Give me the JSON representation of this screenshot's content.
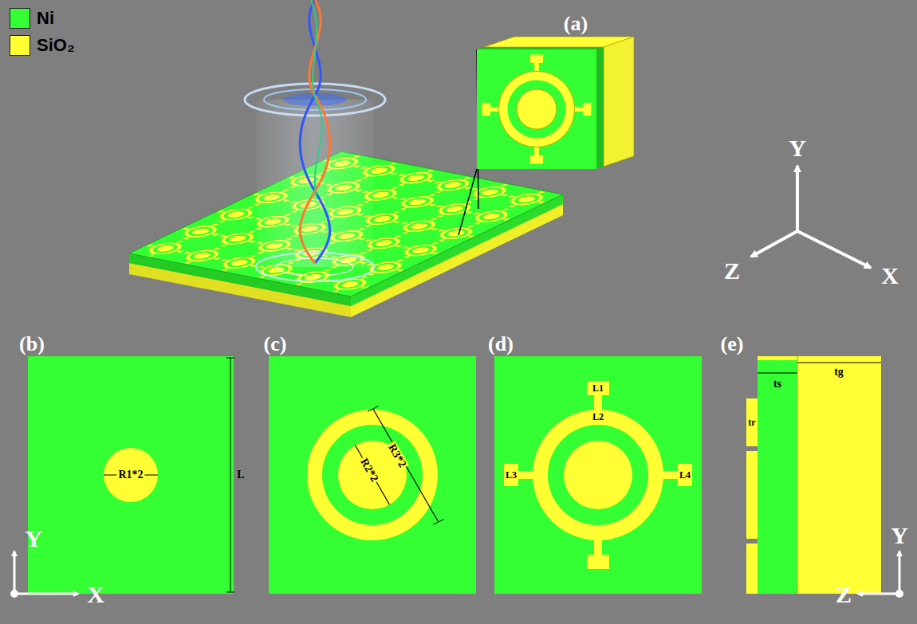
{
  "diagram": {
    "labels": [
      "(a)",
      "Y",
      "X",
      "Z",
      "(b)",
      "R1*2",
      "L",
      "Y",
      "X",
      "(c)",
      "R2*2",
      "R3*2",
      "(d)",
      "L1",
      "L2",
      "L3",
      "L4",
      "(e)",
      "ts",
      "tg",
      "tr",
      "Y",
      "Z"
    ],
    "legend": [
      {
        "text": "Ni",
        "color": "#33ff33"
      },
      {
        "text": "SiO₂",
        "color": "#ffff33"
      }
    ]
  }
}
